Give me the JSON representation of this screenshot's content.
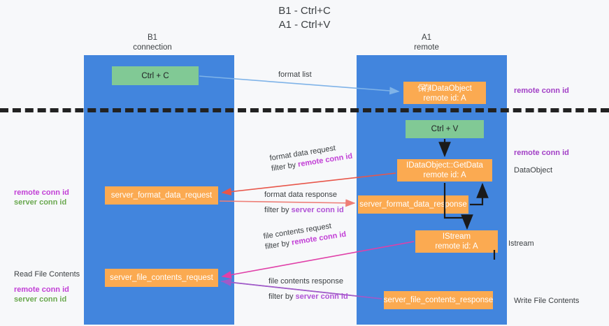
{
  "title": {
    "line1": "B1 - Ctrl+C",
    "line2": "A1 - Ctrl+V"
  },
  "columns": [
    {
      "name": "B1",
      "sub": "connection"
    },
    {
      "name": "A1",
      "sub": "remote"
    }
  ],
  "nodes": {
    "ctrl_c": {
      "label": "Ctrl + C",
      "color": "#81c995"
    },
    "ctrl_v": {
      "label": "Ctrl + V",
      "color": "#81c995"
    },
    "idataobject": {
      "label": "IDataObject",
      "prefix": "保存",
      "sub": "remote id: A",
      "color": "#fbaa51"
    },
    "getdata": {
      "label": "IDataObject::GetData",
      "sub": "remote id: A",
      "color": "#fbaa51"
    },
    "server_format_data_request": {
      "label": "server_format_data_request",
      "color": "#fbaa51"
    },
    "server_format_data_response": {
      "label": "server_format_data_response",
      "color": "#fbaa51"
    },
    "istream": {
      "label": "IStream",
      "sub": "remote id: A",
      "color": "#fbaa51"
    },
    "server_file_contents_request": {
      "label": "server_file_contents_request",
      "color": "#fbaa51"
    },
    "server_file_contents_response": {
      "label": "server_file_contents_response",
      "color": "#fbaa51"
    }
  },
  "edges": {
    "format_list": {
      "label": "format list",
      "color": "#7fb3e8"
    },
    "format_data_request": {
      "label": "format data request",
      "filter_prefix": "filter by ",
      "filter_key": "remote conn id",
      "color": "#e8564a"
    },
    "format_data_response": {
      "label": "format data response",
      "filter_prefix": "filter by ",
      "filter_key": "server conn id",
      "color": "#ee7e76"
    },
    "file_contents_request": {
      "label": "file contents request",
      "filter_prefix": "filter by ",
      "filter_key": "remote conn id",
      "color": "#e040a8"
    },
    "file_contents_response": {
      "label": "file contents response",
      "filter_prefix": "filter by ",
      "filter_key": "server conn id",
      "color": "#a05ac8"
    }
  },
  "annotations": {
    "left_mid": {
      "remote": "remote conn id",
      "server": "server conn id"
    },
    "left_low": {
      "plain": "Read File Contents",
      "remote": "remote conn id",
      "server": "server conn id"
    },
    "right_top": {
      "remote": "remote conn id"
    },
    "right_dataobject": {
      "remote": "remote conn id",
      "plain": "DataObject"
    },
    "right_istream": {
      "plain": "Istream"
    },
    "right_write": {
      "plain": "Write File Contents"
    }
  },
  "colors": {
    "lane": "#4285dd",
    "node_green": "#81c995",
    "node_orange": "#fbaa51",
    "separator": "#222222",
    "key_remote": "#c23fd6",
    "key_server_green": "#6aa84f",
    "key_server_purple": "#b053d6",
    "background": "#f7f8fa"
  }
}
